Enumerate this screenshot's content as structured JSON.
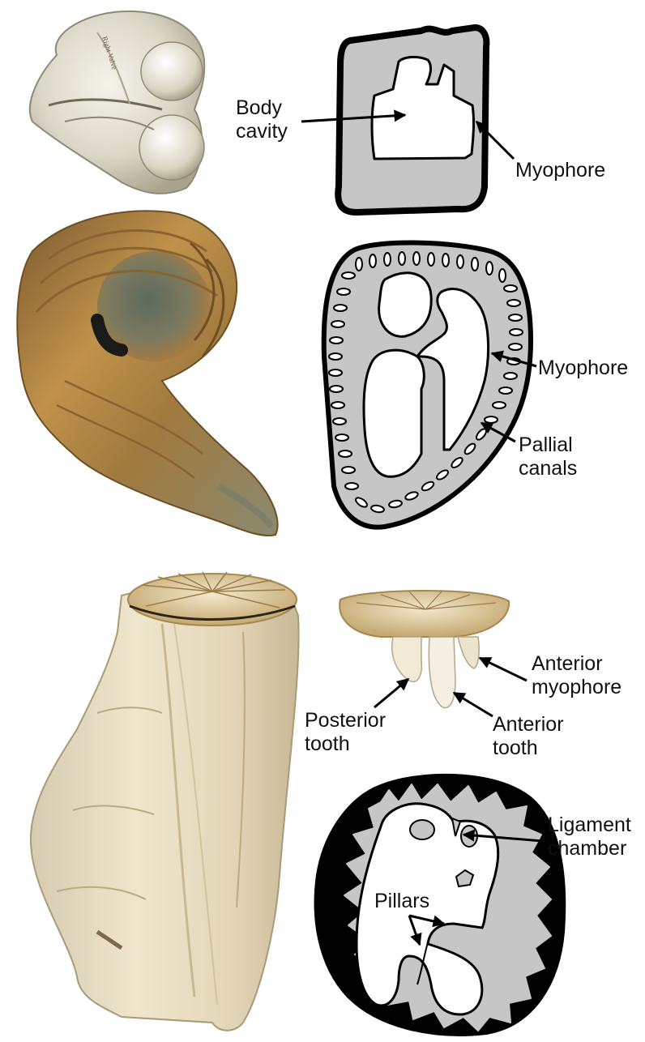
{
  "figure": {
    "specimen_1": {
      "photo_inscription": "Right Valve",
      "labels": {
        "body_cavity_line1": "Body",
        "body_cavity_line2": "cavity",
        "myophore": "Myophore"
      }
    },
    "specimen_2": {
      "labels": {
        "myophore": "Myophore",
        "pallial_line1": "Pallial",
        "pallial_line2": "canals"
      }
    },
    "specimen_3": {
      "labels": {
        "anterior_myophore_line1": "Anterior",
        "anterior_myophore_line2": "myophore",
        "posterior_tooth_line1": "Posterior",
        "posterior_tooth_line2": "tooth",
        "anterior_tooth_line1": "Anterior",
        "anterior_tooth_line2": "tooth",
        "ligament_line1": "Ligament",
        "ligament_line2": "chamber",
        "pillars": "Pillars"
      }
    }
  },
  "colors": {
    "shell_fill": "#c6c6c6",
    "outline": "#000000",
    "cavity": "#ffffff",
    "fossil_pale": "#e4e0d0",
    "fossil_ochre": "#b8843a",
    "fossil_cream": "#efe6cc"
  }
}
